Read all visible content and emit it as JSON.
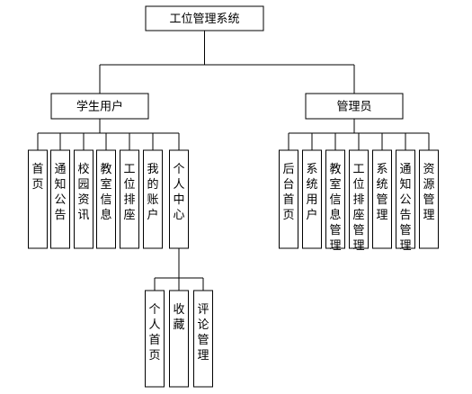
{
  "root": {
    "label": "工位管理系统"
  },
  "branches": [
    {
      "label": "学生用户",
      "children": [
        {
          "label": "首页"
        },
        {
          "label": "通知公告"
        },
        {
          "label": "校园资讯"
        },
        {
          "label": "教室信息"
        },
        {
          "label": "工位排座"
        },
        {
          "label": "我的账户"
        },
        {
          "label": "个人中心",
          "children": [
            {
              "label": "个人首页"
            },
            {
              "label": "收藏"
            },
            {
              "label": "评论管理"
            }
          ]
        }
      ]
    },
    {
      "label": "管理员",
      "children": [
        {
          "label": "后台首页"
        },
        {
          "label": "系统用户"
        },
        {
          "label": "教室信息管理"
        },
        {
          "label": "工位排座管理"
        },
        {
          "label": "系统管理"
        },
        {
          "label": "通知公告管理"
        },
        {
          "label": "资源管理"
        }
      ]
    }
  ],
  "colors": {
    "line": "#000000",
    "box_fill": "#ffffff",
    "text": "#000000"
  }
}
